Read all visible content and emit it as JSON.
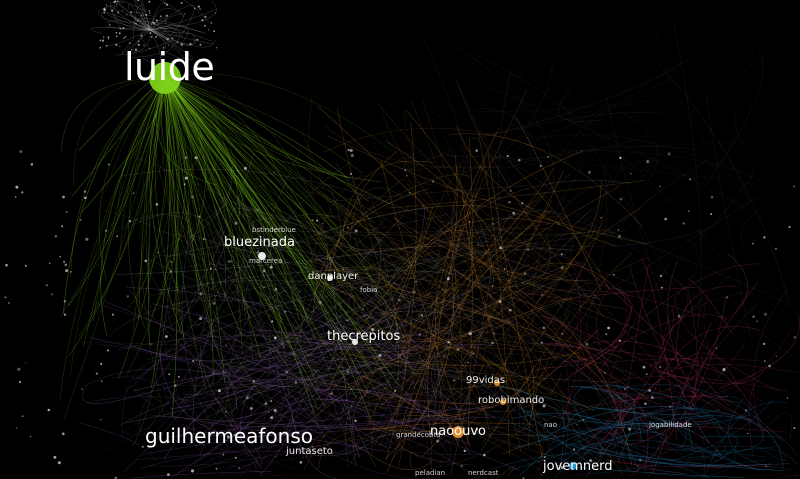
{
  "graph": {
    "labels": {
      "luide": "luide",
      "bluezinada": "bluezinada",
      "marcerea": "marcerea",
      "bstinderblue": "bstinderblue",
      "danplayer": "danplayer",
      "fobia": "fobia",
      "thecrepitos": "thecrepitos",
      "guilhermeafonso": "guilhermeafonso",
      "juntaseto": "juntaseto",
      "vidas99": "99vidas",
      "robobimando": "robobimando",
      "naoouvo": "naoouvo",
      "jovemnerd": "jovemnerd",
      "jogabilidade": "jogabilidade",
      "nerdcast": "nerdcast",
      "peladian": "peladian",
      "grandecobra": "grandecobra",
      "nao": "nao"
    },
    "colors": {
      "background": "#000000",
      "luide_cluster": "#7fd21a",
      "orange_cluster": "#e8922a",
      "purple_cluster": "#b06ad8",
      "pink_cluster": "#e0407a",
      "blue_cluster": "#2a9ad8",
      "white_cluster": "#dddddd"
    }
  }
}
